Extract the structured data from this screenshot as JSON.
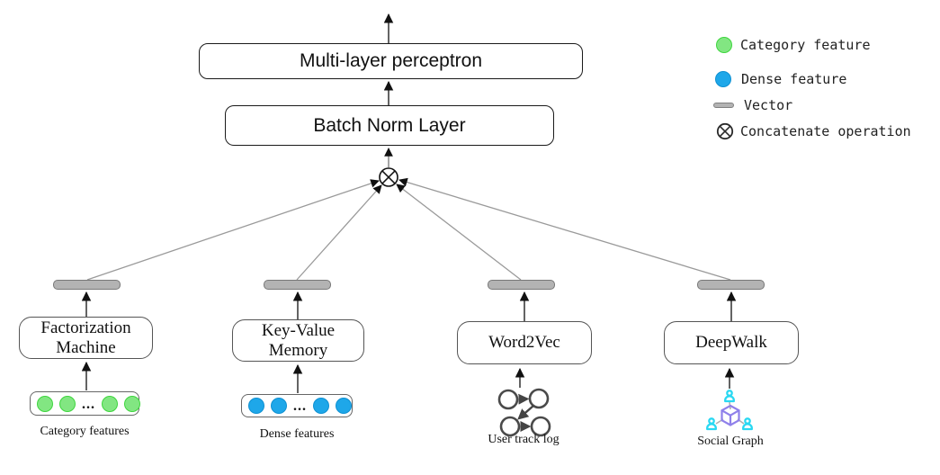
{
  "diagram": {
    "top": {
      "mlp_label": "Multi-layer perceptron",
      "batch_norm_label": "Batch Norm Layer"
    },
    "branches": [
      {
        "name": "factorization-machine",
        "box_label": "Factorization\nMachine",
        "input_label": "Category features",
        "input_type": "category-circles"
      },
      {
        "name": "key-value-memory",
        "box_label": "Key-Value\nMemory",
        "input_label": "Dense features",
        "input_type": "dense-circles"
      },
      {
        "name": "word2vec",
        "box_label": "Word2Vec",
        "input_label": "User track log",
        "input_type": "track-graph-icon"
      },
      {
        "name": "deepwalk",
        "box_label": "DeepWalk",
        "input_label": "Social Graph",
        "input_type": "social-graph-icon"
      }
    ],
    "ellipsis": "..."
  },
  "legend": {
    "items": [
      {
        "icon": "category-feature-circle",
        "label": "Category feature"
      },
      {
        "icon": "dense-feature-circle",
        "label": "Dense feature"
      },
      {
        "icon": "vector-bar",
        "label": "Vector"
      },
      {
        "icon": "concatenate-symbol",
        "label": "Concatenate operation"
      }
    ]
  },
  "colors": {
    "category_fill": "#82e682",
    "category_stroke": "#3ed63e",
    "dense_fill": "#1ea7e9",
    "dense_stroke": "#0e90d2",
    "vector_fill": "#b3b3b3",
    "vector_stroke": "#787878",
    "edge_gray": "#9a9a9a",
    "arrow_black": "#111111",
    "person_cyan": "#29d8f2",
    "cube_purple": "#8f80ea"
  }
}
